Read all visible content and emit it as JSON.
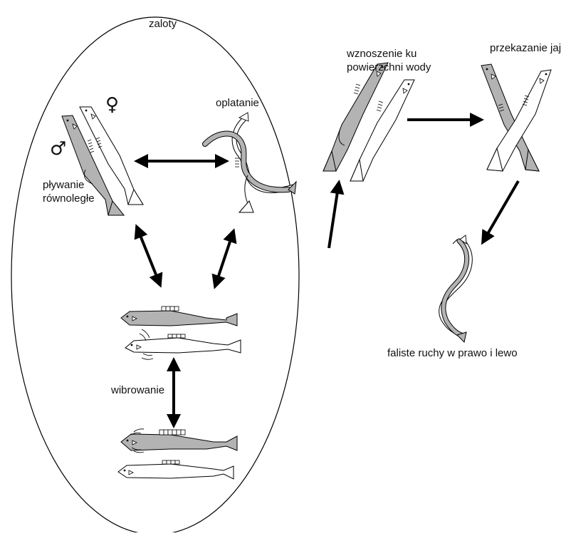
{
  "labels": {
    "zaloty": "zaloty",
    "oplatanie": "oplatanie",
    "plywanie_line1": "pływanie",
    "plywanie_line2": "równoległe",
    "wibrowanie": "wibrowanie",
    "wznoszenie_line1": "wznoszenie ku",
    "wznoszenie_line2": "powierzchni wody",
    "przekazanie": "przekazanie jaj",
    "faliste": "faliste ruchy w prawo i lewo"
  },
  "symbols": {
    "male": "♂",
    "female": "♀"
  },
  "colors": {
    "fish_fill": "#b3b3b3",
    "outline": "#000000",
    "background": "#ffffff"
  }
}
